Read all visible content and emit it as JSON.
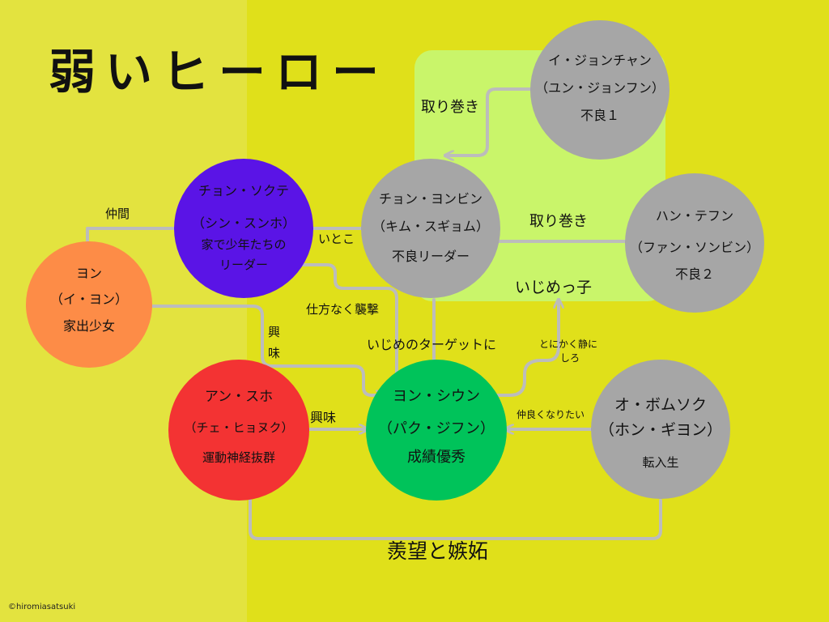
{
  "title": "弱いヒーロー",
  "copyright": "©hiromiasatsuki",
  "colors": {
    "bg_left": "#e3e33f",
    "bg_right": "#e0e01a",
    "bully_zone": "#c9f56a",
    "arrow": "#bcbcbc",
    "gray_node": "#a6a6a6",
    "purple_node": "#5a14e6",
    "orange_node": "#fd8c47",
    "red_node": "#f33333",
    "green_node": "#00c35a"
  },
  "characters": {
    "lee_jonchan": {
      "name": "イ・ジョンチャン",
      "actor": "（ユン・ジョンフン）",
      "role": "不良１"
    },
    "jeon_yongbin": {
      "name": "チョン・ヨンビン",
      "actor": "（キム・スギョム）",
      "role": "不良リーダー"
    },
    "han_tefun": {
      "name": "ハン・テフン",
      "actor": "（ファン・ソンビン）",
      "role": "不良２"
    },
    "jeon_sokte": {
      "name": "チョン・ソクテ",
      "actor": "（シン・スンホ）",
      "role_line1": "家で少年たちの",
      "role_line2": "リーダー"
    },
    "yon": {
      "name": "ヨン",
      "actor": "（イ・ヨン）",
      "role": "家出少女"
    },
    "an_suho": {
      "name": "アン・スホ",
      "actor": "（チェ・ヒョヌク）",
      "role": "運動神経抜群"
    },
    "yeon_siun": {
      "name": "ヨン・シウン",
      "actor": "（パク・ジフン）",
      "role": "成績優秀"
    },
    "oh_bomsok": {
      "name": "オ・ボムソク",
      "actor": "（ホン・ギヨン）",
      "role": "転入生"
    }
  },
  "labels": {
    "torimaki_1": "取り巻き",
    "torimaki_2": "取り巻き",
    "ijimekko": "いじめっ子",
    "itoko": "いとこ",
    "nakama": "仲間",
    "shikata": "仕方なく襲撃",
    "target": "いじめのターゲットに",
    "kyomi_v1": "興",
    "kyomi_v2": "味",
    "kyomi_h": "興味",
    "tonikaku_1": "とにかく静に",
    "tonikaku_2": "しろ",
    "nakayoku": "仲良くなりたい",
    "senbou": "羨望と嫉妬"
  }
}
